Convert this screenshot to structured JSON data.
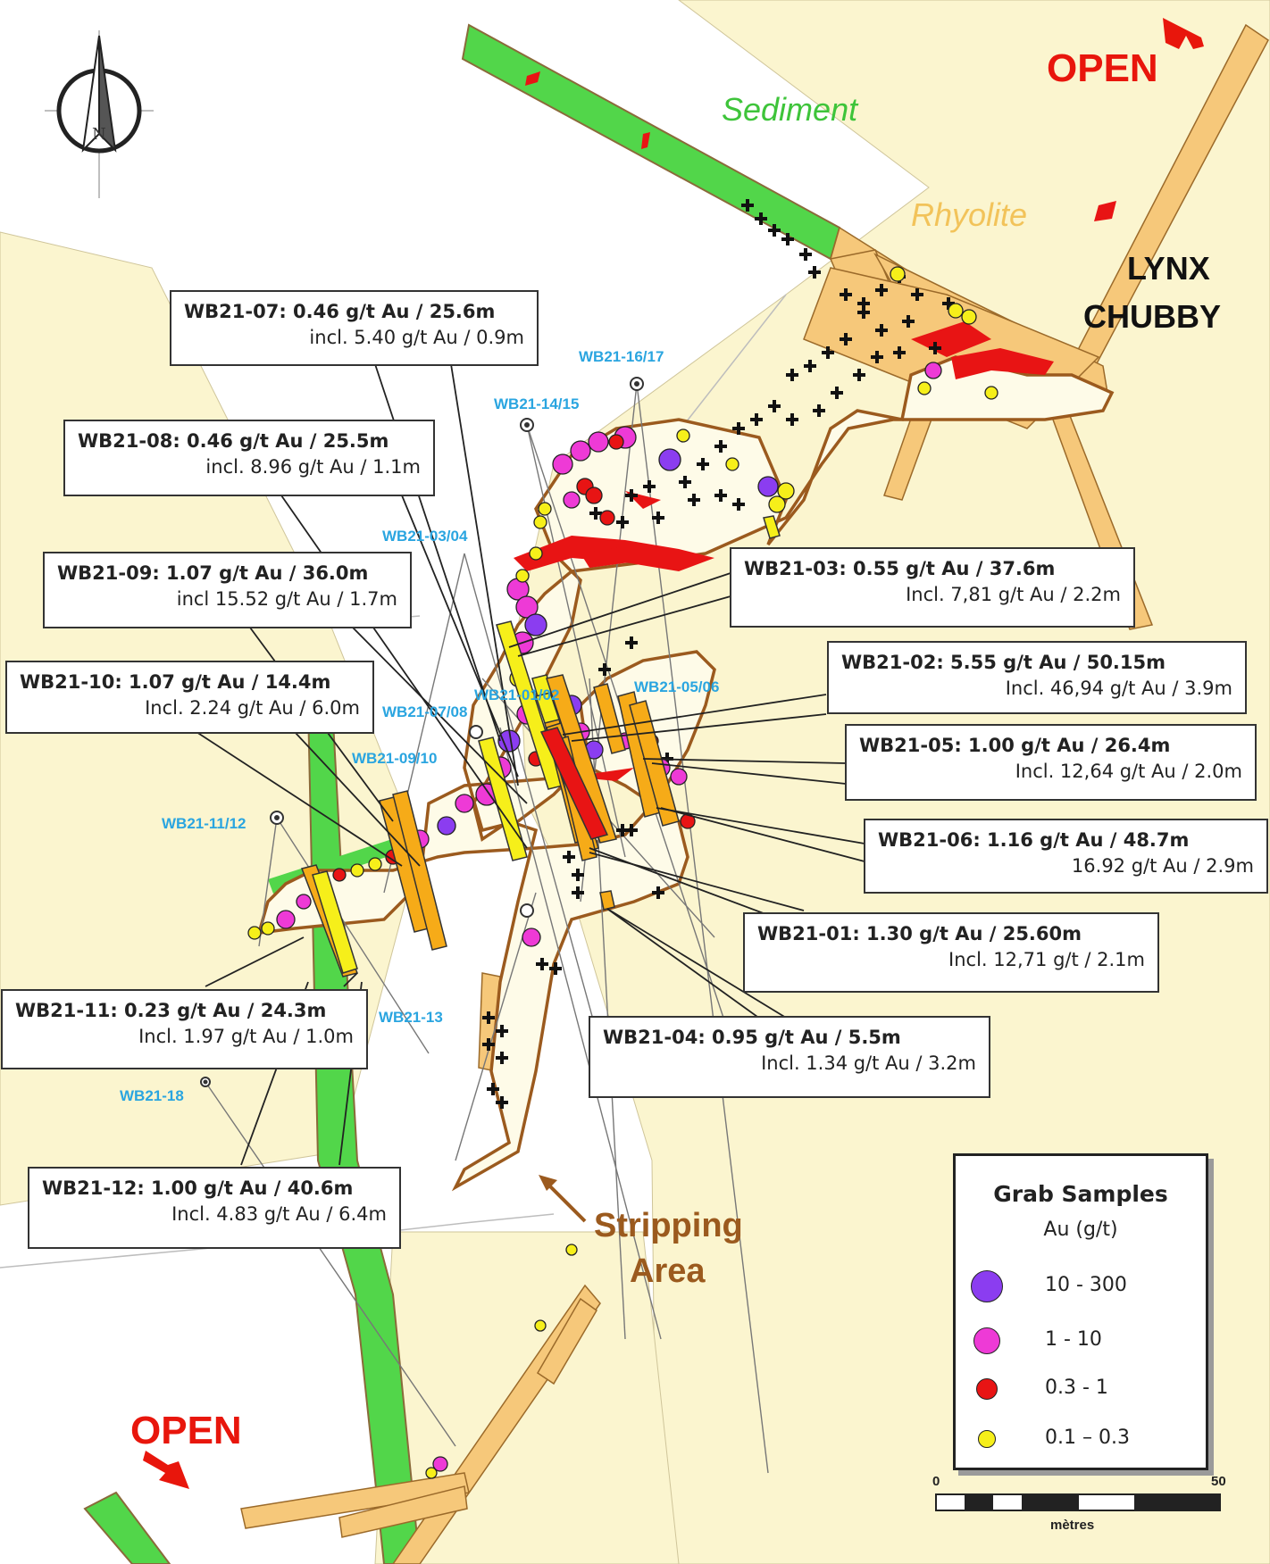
{
  "title_open_top": "OPEN",
  "title_open_bottom": "OPEN",
  "lithology": {
    "sediment": "Sediment",
    "rhyolite": "Rhyolite"
  },
  "property": {
    "line1": "LYNX",
    "line2": "CHUBBY"
  },
  "stripping": {
    "line1": "Stripping",
    "line2": "Area"
  },
  "holes": [
    "WB21-16/17",
    "WB21-14/15",
    "WB21-03/04",
    "WB21-01/02",
    "WB21-05/06",
    "WB21-07/08",
    "WB21-09/10",
    "WB21-11/12",
    "WB21-13",
    "WB21-18"
  ],
  "intercepts": [
    {
      "l1": "WB21-07: 0.46 g/t Au / 25.6m",
      "l2": "incl. 5.40 g/t Au / 0.9m"
    },
    {
      "l1": "WB21-08: 0.46 g/t Au / 25.5m",
      "l2": "incl. 8.96 g/t Au / 1.1m"
    },
    {
      "l1": "WB21-09: 1.07 g/t Au / 36.0m",
      "l2": "incl 15.52 g/t Au / 1.7m"
    },
    {
      "l1": "WB21-10: 1.07 g/t Au / 14.4m",
      "l2": "Incl. 2.24 g/t Au / 6.0m"
    },
    {
      "l1": "WB21-11: 0.23 g/t Au / 24.3m",
      "l2": "Incl. 1.97 g/t Au / 1.0m"
    },
    {
      "l1": "WB21-12: 1.00 g/t Au / 40.6m",
      "l2": "Incl. 4.83 g/t Au / 6.4m"
    },
    {
      "l1": "WB21-03: 0.55 g/t Au / 37.6m",
      "l2": "Incl. 7,81 g/t Au / 2.2m"
    },
    {
      "l1": "WB21-02: 5.55 g/t Au / 50.15m",
      "l2": "Incl. 46,94 g/t Au / 3.9m"
    },
    {
      "l1": "WB21-05: 1.00 g/t Au / 26.4m",
      "l2": "Incl. 12,64 g/t Au / 2.0m"
    },
    {
      "l1": "WB21-06: 1.16 g/t Au / 48.7m",
      "l2": "16.92 g/t Au / 2.9m"
    },
    {
      "l1": "WB21-01: 1.30 g/t Au / 25.60m",
      "l2": "Incl. 12,71 g/t / 2.1m"
    },
    {
      "l1": "WB21-04: 0.95 g/t Au / 5.5m",
      "l2": "Incl. 1.34 g/t Au / 3.2m"
    }
  ],
  "legend": {
    "title": "Grab Samples",
    "subtitle": "Au (g/t)",
    "items": [
      {
        "label": "10 - 300",
        "color": "#8b3df0"
      },
      {
        "label": "1 - 10",
        "color": "#ee3ad6"
      },
      {
        "label": "0.3 - 1",
        "color": "#e81414"
      },
      {
        "label": "0.1 – 0.3",
        "color": "#f6ef1a"
      }
    ]
  },
  "scale": {
    "min": "0",
    "max": "50",
    "unit": "mètres"
  },
  "north_label": "N",
  "colors": {
    "rhyolite": "#fbf5cf",
    "sediment": "#52d64a",
    "dyke": "#f6c87a",
    "stripping_outline": "#9b5a1e",
    "stripping_fill": "#fefbe8",
    "open_red": "#e8160c",
    "hole_label": "#2aa5e0"
  }
}
